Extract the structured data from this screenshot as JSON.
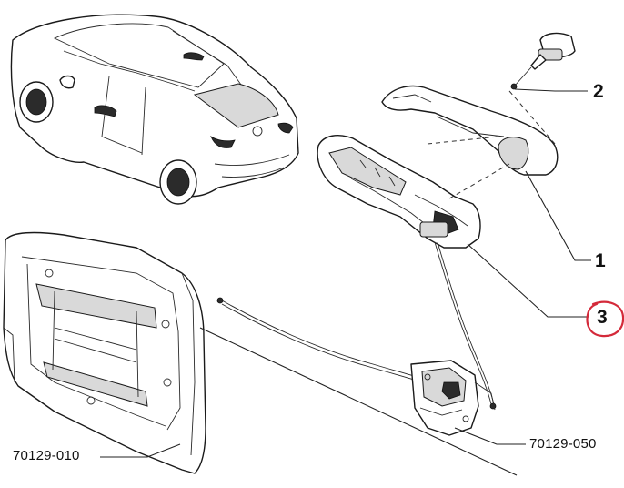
{
  "callouts": {
    "c1": "1",
    "c2": "2",
    "c3": "3",
    "code_left": "70129-010",
    "code_right": "70129-050"
  },
  "highlight_color": "#d42a3a"
}
